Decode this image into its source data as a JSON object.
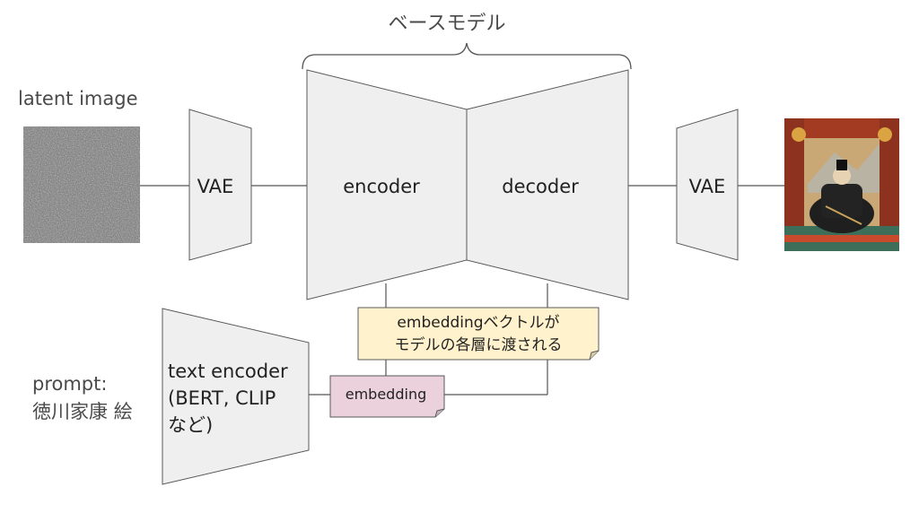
{
  "base_model_label": "ベースモデル",
  "latent_image_label": "latent image",
  "vae_left_label": "VAE",
  "encoder_label": "encoder",
  "decoder_label": "decoder",
  "vae_right_label": "VAE",
  "note": {
    "line1": "embeddingベクトルが",
    "line2": "モデルの各層に渡される"
  },
  "embedding_label": "embedding",
  "text_encoder": {
    "line1": "text encoder",
    "line2": "(BERT, CLIP",
    "line3": "など)"
  },
  "prompt": {
    "line1": "prompt:",
    "line2": "徳川家康 絵"
  },
  "output_image": "portrait-painting-tokugawa-ieyasu",
  "colors": {
    "block_fill": "#efefef",
    "block_stroke": "#595959",
    "note_fill": "#fff2cc",
    "embedding_fill": "#ead1dc",
    "line": "#555555"
  }
}
